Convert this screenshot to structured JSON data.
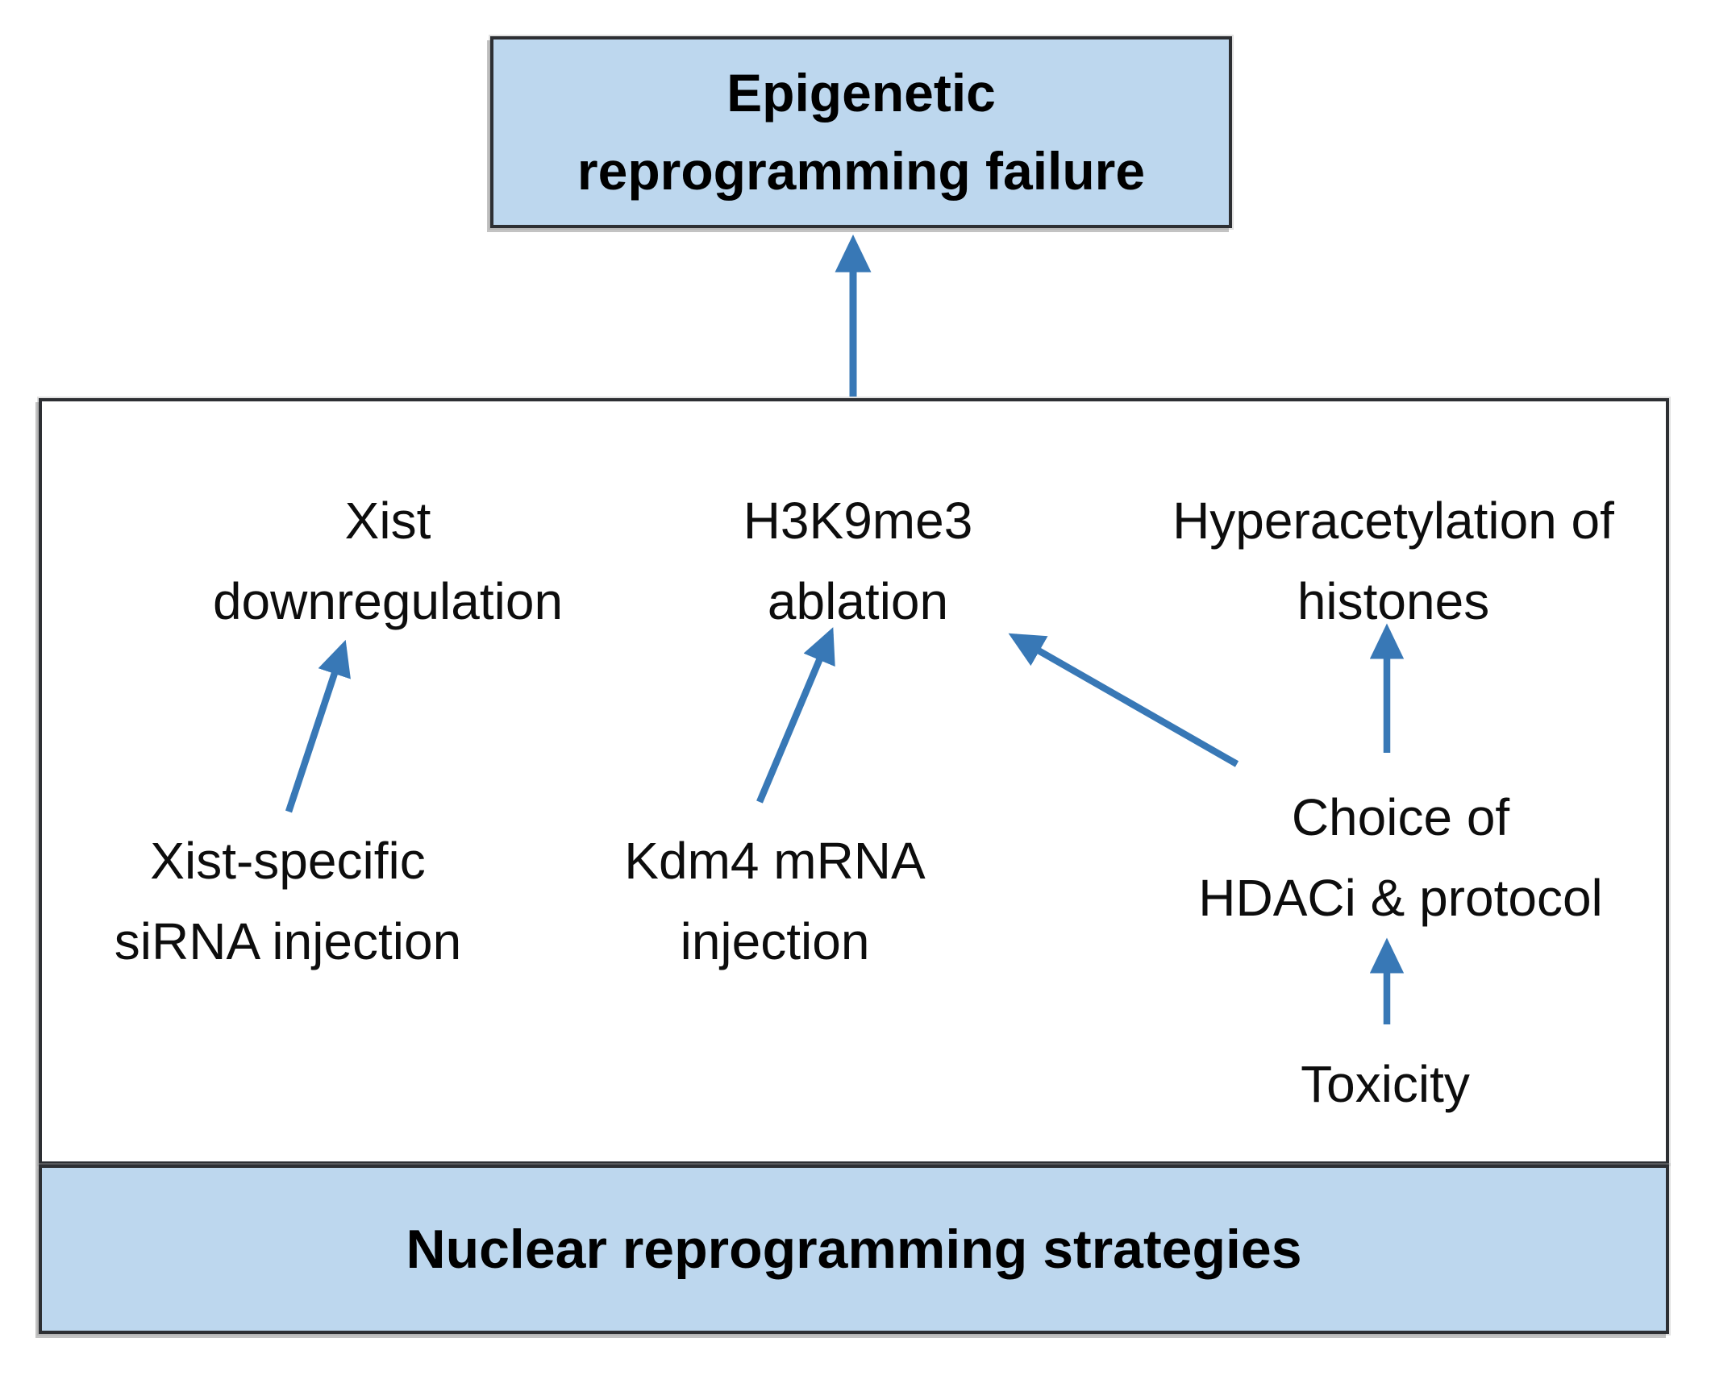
{
  "diagram": {
    "title_box": {
      "label": "Epigenetic reprogramming failure",
      "lines": [
        "Epigenetic",
        "reprogramming failure"
      ]
    },
    "bottom_bar": {
      "label": "Nuclear reprogramming strategies"
    },
    "nodes": {
      "xist_downregulation": {
        "lines": [
          "Xist",
          "downregulation"
        ]
      },
      "h3k9me3_ablation": {
        "lines": [
          "H3K9me3",
          "ablation"
        ]
      },
      "hyperacetylation_histones": {
        "lines": [
          "Hyperacetylation of",
          "histones"
        ]
      },
      "xist_sirna_injection": {
        "lines": [
          "Xist-specific",
          "siRNA injection"
        ]
      },
      "kdm4_mrna_injection": {
        "lines": [
          "Kdm4 mRNA",
          "injection"
        ]
      },
      "choice_hdaci_protocol": {
        "lines": [
          "Choice of",
          "HDACi & protocol"
        ]
      },
      "toxicity": {
        "lines": [
          "Toxicity"
        ]
      }
    },
    "edges": [
      {
        "from": "nuclear-reprogramming-strategies-box",
        "to": "epigenetic-reprogramming-failure"
      },
      {
        "from": "xist-sirna-injection",
        "to": "xist-downregulation"
      },
      {
        "from": "kdm4-mrna-injection",
        "to": "h3k9me3-ablation"
      },
      {
        "from": "choice-hdaci-protocol",
        "to": "h3k9me3-ablation"
      },
      {
        "from": "choice-hdaci-protocol",
        "to": "hyperacetylation-histones"
      },
      {
        "from": "toxicity",
        "to": "choice-hdaci-protocol"
      }
    ],
    "colors": {
      "box_fill": "#bdd7ee",
      "arrow": "#3878b6",
      "border": "#2d2f33",
      "text": "#0d0d0d"
    }
  }
}
